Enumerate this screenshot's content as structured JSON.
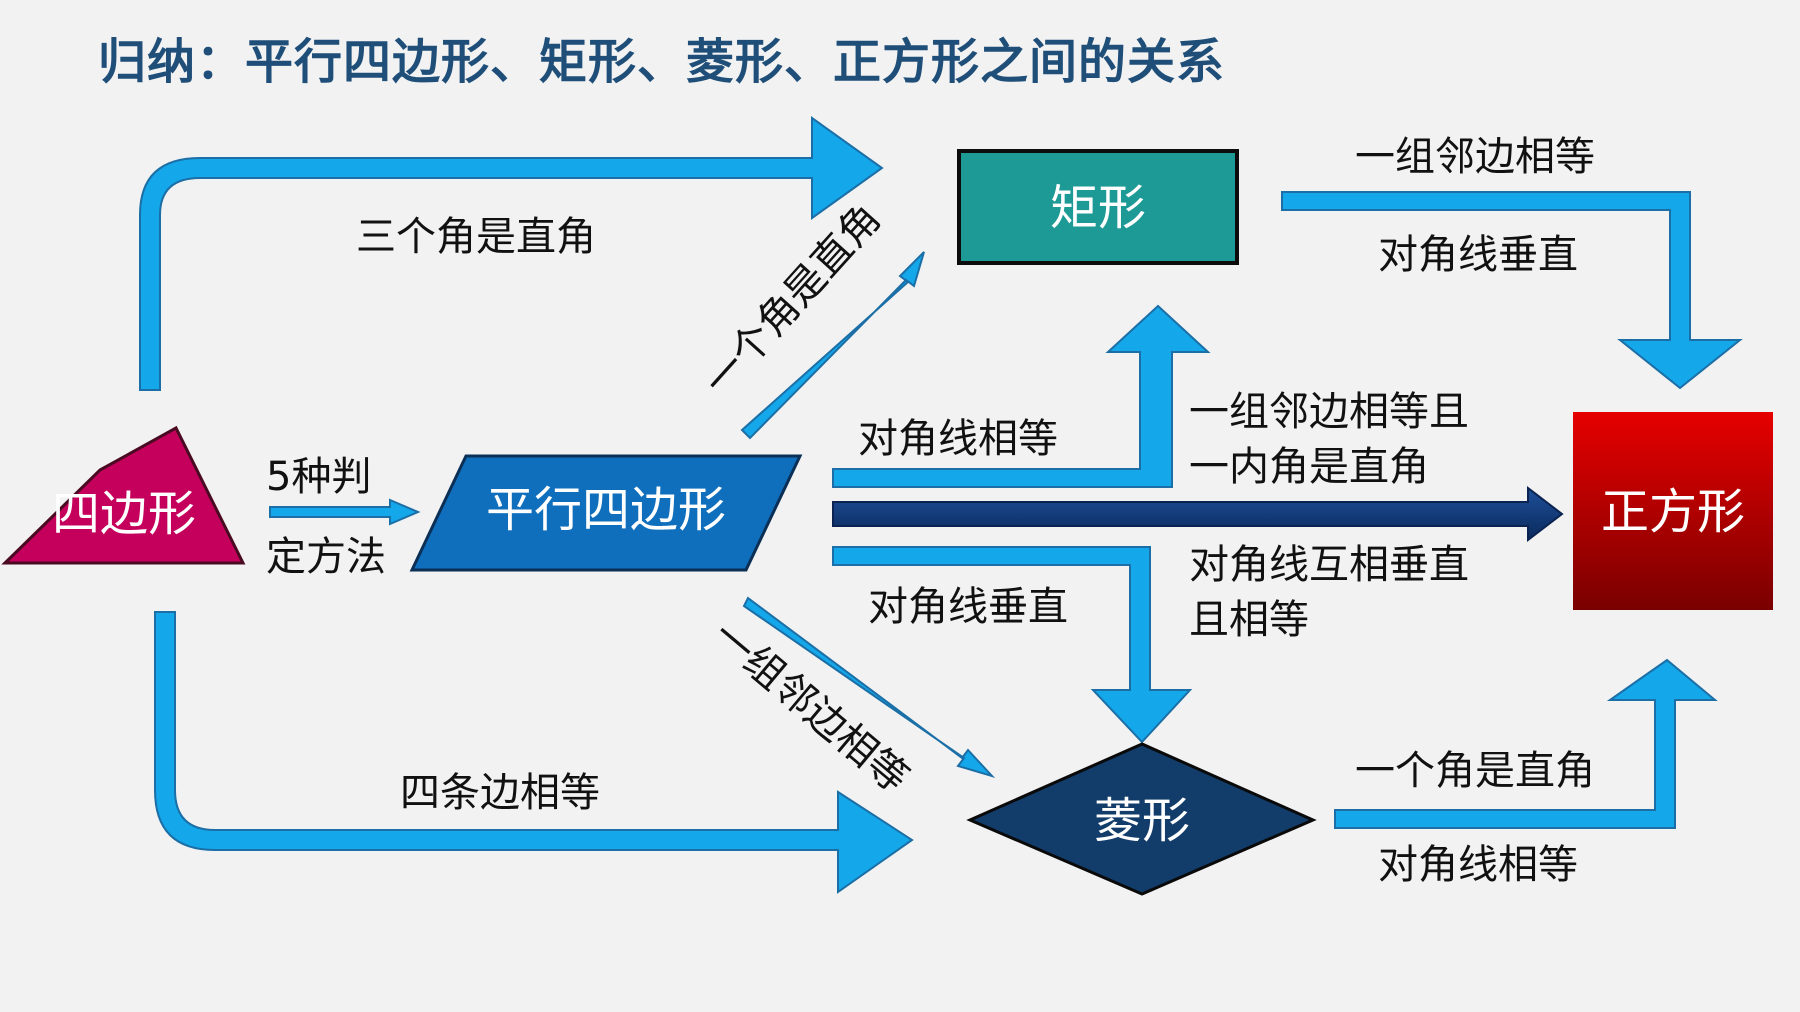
{
  "title": "归纳：平行四边形、矩形、菱形、正方形之间的关系",
  "nodes": {
    "quadrilateral": "四边形",
    "parallelogram": "平行四边形",
    "rectangle": "矩形",
    "rhombus": "菱形",
    "square": "正方形"
  },
  "edges": {
    "three_right_angles": "三个角是直角",
    "one_right_angle_para": "一个角是直角",
    "five_methods_l1": "5种判",
    "five_methods_l2": "定方法",
    "diag_equal_para": "对角线相等",
    "adj_equal_and_l1": "一组邻边相等且",
    "adj_equal_and_l2": "一内角是直角",
    "diag_perp_eq_l1": "对角线互相垂直",
    "diag_perp_eq_l2": "且相等",
    "diag_perp_para": "对角线垂直",
    "adj_equal_para": "一组邻边相等",
    "four_sides_equal": "四条边相等",
    "rect_adj_equal": "一组邻边相等",
    "rect_diag_perp": "对角线垂直",
    "rhom_right_angle": "一个角是直角",
    "rhom_diag_equal": "对角线相等"
  },
  "colors": {
    "arrow": "#14a7ea",
    "arrow_stroke": "#1b6fa6",
    "main_arrow": "#0d3673",
    "quadrilateral": "#c5005c",
    "parallelogram": "#0f6fbd",
    "rectangle": "#1e9a96",
    "rhombus": "#123c6a",
    "square": "#d40000"
  }
}
